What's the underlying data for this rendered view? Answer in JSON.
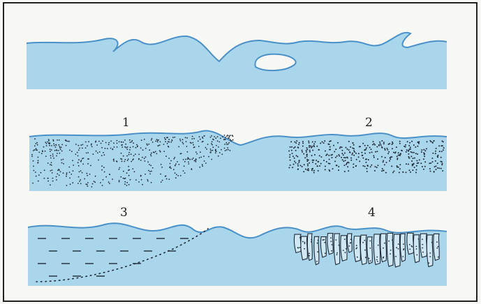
{
  "figure": {
    "labels": {
      "one": "1",
      "two": "2",
      "three": "3",
      "four": "4"
    }
  },
  "colors": {
    "fill": "#aad6ec",
    "surface_line": "#4a90c8",
    "frame": "#222222",
    "stipple": "#1f2a36",
    "background": "#f7f7f4"
  }
}
